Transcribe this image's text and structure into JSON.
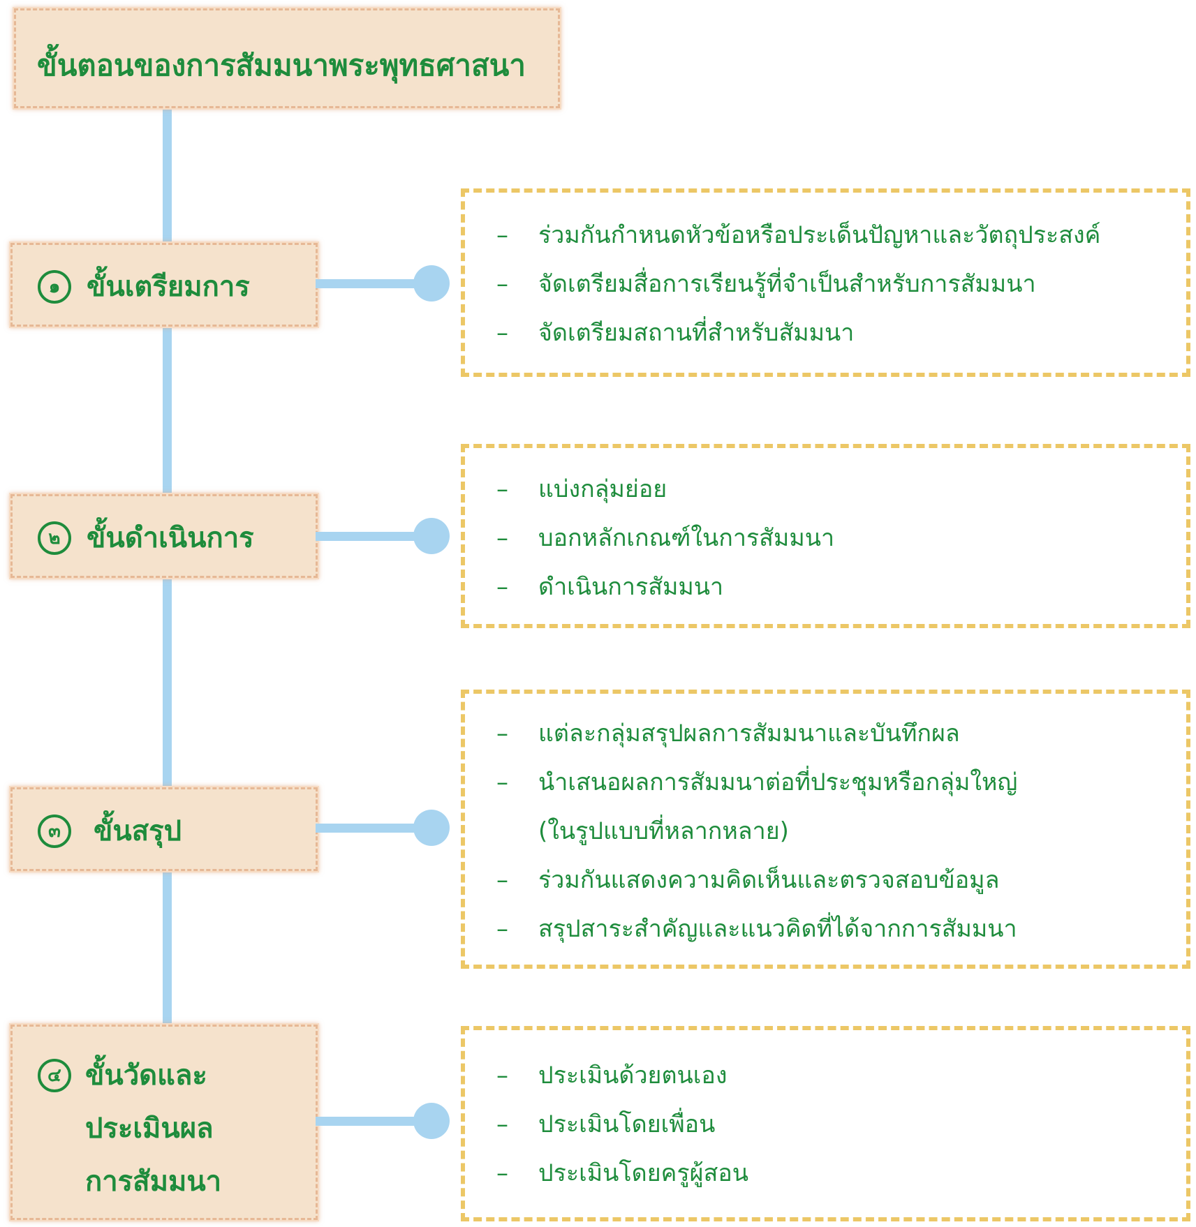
{
  "title": "ขั้นตอนของการสัมมนาพระพุทธศาสนา",
  "bullet": "–",
  "colors": {
    "text": "#1e8c3c",
    "box_fill": "#f5e2cc",
    "connector": "#a8d4f0",
    "panel_border": "#ecc766"
  },
  "steps": [
    {
      "number": "๑",
      "label_lines": [
        "ขั้นเตรียมการ"
      ],
      "items": [
        "ร่วมกันกำหนดหัวข้อหรือประเด็นปัญหาและวัตถุประสงค์",
        "จัดเตรียมสื่อการเรียนรู้ที่จำเป็นสำหรับการสัมมนา",
        "จัดเตรียมสถานที่สำหรับสัมมนา"
      ]
    },
    {
      "number": "๒",
      "label_lines": [
        "ขั้นดำเนินการ"
      ],
      "items": [
        "แบ่งกลุ่มย่อย",
        "บอกหลักเกณฑ์ในการสัมมนา",
        "ดำเนินการสัมมนา"
      ]
    },
    {
      "number": "๓",
      "label_lines": [
        "ขั้นสรุป"
      ],
      "items": [
        "แต่ละกลุ่มสรุปผลการสัมมนาและบันทึกผล",
        "นำเสนอผลการสัมมนาต่อที่ประชุมหรือกลุ่มใหญ่",
        "(ในรูปแบบที่หลากหลาย)",
        "ร่วมกันแสดงความคิดเห็นและตรวจสอบข้อมูล",
        "สรุปสาระสำคัญและแนวคิดที่ได้จากการสัมมนา"
      ]
    },
    {
      "number": "๔",
      "label_lines": [
        "ขั้นวัดและ",
        "ประเมินผล",
        "การสัมมนา"
      ],
      "items": [
        "ประเมินด้วยตนเอง",
        "ประเมินโดยเพื่อน",
        "ประเมินโดยครูผู้สอน"
      ]
    }
  ]
}
